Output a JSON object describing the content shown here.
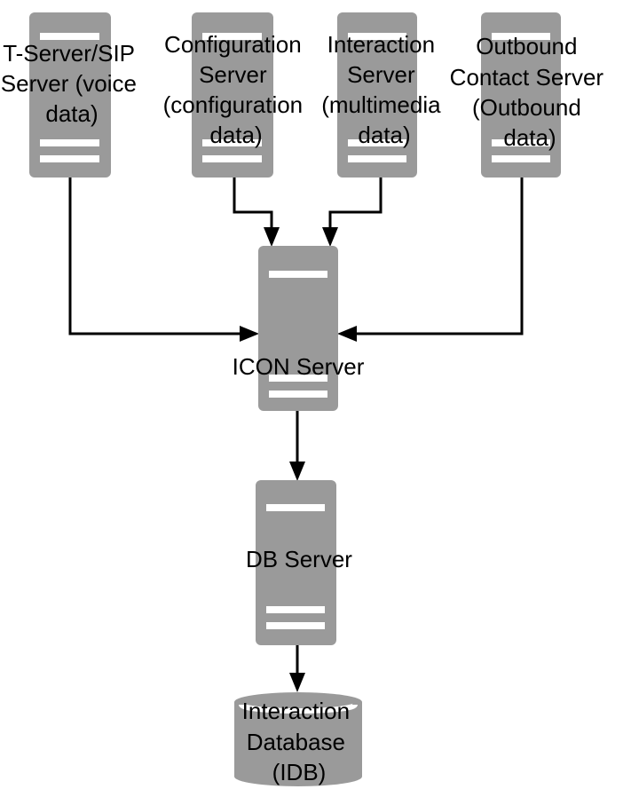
{
  "servers": {
    "tserver": {
      "lines": [
        "T-Server/SIP",
        "Server (voice",
        "data)"
      ]
    },
    "config": {
      "lines": [
        "Configuration",
        "Server",
        "(configuration",
        "data)"
      ]
    },
    "interaction": {
      "lines": [
        "Interaction",
        "Server",
        "(multimedia",
        "data)"
      ]
    },
    "outbound": {
      "lines": [
        "Outbound",
        "Contact Server",
        "(Outbound",
        "data)"
      ]
    },
    "icon": {
      "lines": [
        "ICON Server"
      ]
    },
    "db": {
      "lines": [
        "DB Server"
      ]
    }
  },
  "database": {
    "lines": [
      "Interaction",
      "Database",
      "(IDB)"
    ]
  },
  "colors": {
    "server_fill": "#9a9a9a",
    "bar": "#ffffff",
    "arrow": "#000000"
  }
}
